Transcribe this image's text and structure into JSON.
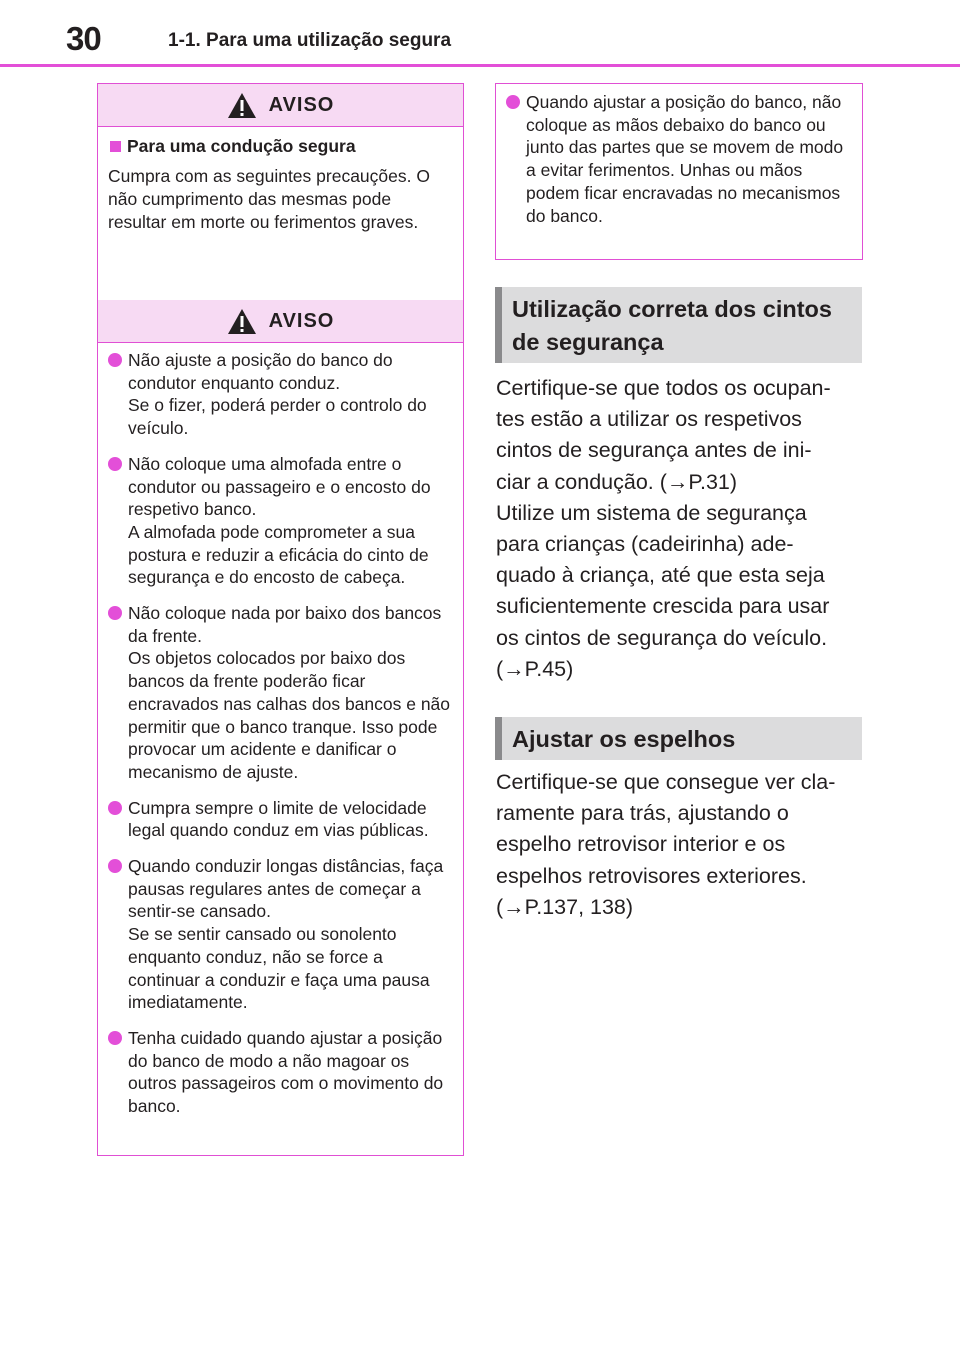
{
  "header": {
    "page_number": "30",
    "section": "1-1. Para uma utilização segura"
  },
  "warning_box_1": {
    "title": "AVISO",
    "subheading": "Para uma condução segura",
    "text": "Cumpra com as seguintes precauções. O não cumprimento das mesmas pode resultar em morte ou ferimentos graves."
  },
  "warning_box_2": {
    "title": "AVISO",
    "bullets": [
      "Não ajuste a posição do banco do condutor enquanto conduz.\nSe o fizer, poderá perder o controlo do veículo.",
      "Não coloque uma almofada entre o condutor ou passageiro e o encosto do respetivo banco.\nA almofada pode comprometer a sua postura e reduzir a eficácia do cinto de segurança e do encosto de cabeça.",
      "Não coloque nada por baixo dos bancos da frente.\nOs objetos colocados por baixo dos bancos da frente poderão ficar encravados nas calhas dos bancos e não permitir que o banco tranque. Isso pode provocar um acidente e danificar o mecanismo de ajuste.",
      "Cumpra sempre o limite de velocidade legal quando conduz em vias públicas.",
      "Quando conduzir longas distâncias, faça pausas regulares antes de começar a sentir-se cansado.\nSe se sentir cansado ou sonolento enquanto conduz, não se force a continuar a conduzir e faça uma pausa imediatamente.",
      "Tenha cuidado quando ajustar a posição do banco de modo a não magoar os outros passageiros com o movimento do banco."
    ]
  },
  "warning_box_3": {
    "bullets": [
      "Quando ajustar a posição do banco, não coloque as mãos debaixo do banco ou junto das partes que se movem de modo a evitar ferimentos. Unhas ou mãos podem ficar encravadas no mecanismos do banco."
    ]
  },
  "sections": [
    {
      "heading": "Utilização correta dos cintos\nde segurança",
      "body": "Certifique-se que todos os ocupan-\ntes estão a utilizar os respetivos\ncintos de segurança antes de ini-\nciar a condução. (→P.31)\nUtilize um sistema de segurança\npara crianças (cadeirinha) ade-\nquado à criança, até que esta seja\nsuficientemente crescida para usar\nos cintos de segurança do veículo.\n(→P.45)"
    },
    {
      "heading": "Ajustar os espelhos",
      "body": "Certifique-se que consegue ver cla-\nramente para trás, ajustando o\nespelho retrovisor interior e os\nespelhos retrovisores exteriores.\n(→P.137, 138)"
    }
  ],
  "colors": {
    "accent": "#e34fd8",
    "warning_header_bg": "#f7daf3",
    "heading_bg": "#dcdcdd",
    "heading_bar": "#8a8a8c"
  }
}
